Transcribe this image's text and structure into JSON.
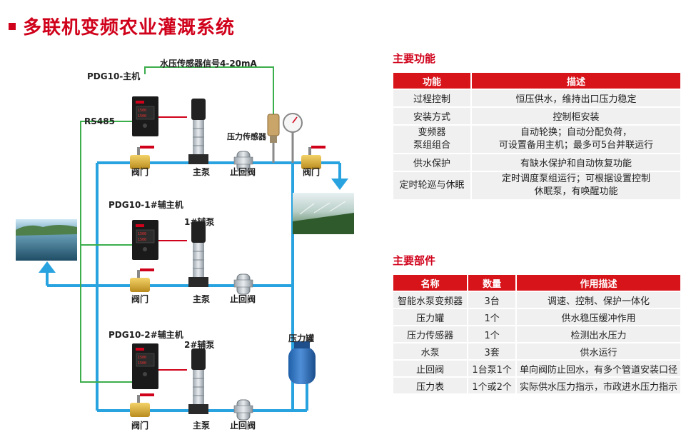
{
  "page_title": "多联机变频农业灌溉系统",
  "diagram": {
    "labels": {
      "sensor_signal": "水压传感器信号4-20mA",
      "main_host": "PDG10-主机",
      "rs485": "RS485",
      "pressure_sensor": "压力传感器",
      "valve": "阀门",
      "main_pump": "主泵",
      "check_valve": "止回阀",
      "aux1_host": "PDG10-1#辅主机",
      "aux1_pump": "1#辅泵",
      "aux2_host": "PDG10-2#辅主机",
      "aux2_pump": "2#辅泵",
      "pressure_tank": "压力罐"
    },
    "colors": {
      "water_pipe": "#29a3e0",
      "signal_wire": "#3cae4c",
      "power_wire": "#d0021b",
      "accent": "#d0021b"
    }
  },
  "functions": {
    "title": "主要功能",
    "headers": [
      "功能",
      "描述"
    ],
    "rows": [
      {
        "func": "过程控制",
        "desc": "恒压供水，维持出口压力稳定"
      },
      {
        "func": "安装方式",
        "desc": "控制柜安装"
      },
      {
        "func_1": "变频器",
        "func_2": "泵组组合",
        "desc_1": "自动轮换；自动分配负荷，",
        "desc_2": "可设置备用主机；最多可5台并联运行"
      },
      {
        "func": "供水保护",
        "desc": "有缺水保护和自动恢复功能"
      },
      {
        "func": "定时轮巡与休眠",
        "desc_1": "定时调度泵组运行；可根据设置控制",
        "desc_2": "休眠泵，有唤醒功能"
      }
    ]
  },
  "parts": {
    "title": "主要部件",
    "headers": [
      "名称",
      "数量",
      "作用描述"
    ],
    "rows": [
      {
        "name": "智能水泵变频器",
        "qty": "3台",
        "desc": "调速、控制、保护一体化"
      },
      {
        "name": "压力罐",
        "qty": "1个",
        "desc": "供水稳压缓冲作用"
      },
      {
        "name": "压力传感器",
        "qty": "1个",
        "desc": "检测出水压力"
      },
      {
        "name": "水泵",
        "qty": "3套",
        "desc": "供水运行"
      },
      {
        "name": "止回阀",
        "qty": "1台泵1个",
        "desc": "单向阀防止回水，有多个管道安装口径"
      },
      {
        "name": "压力表",
        "qty": "1个或2个",
        "desc": "实际供水压力指示，市政进水压力指示"
      }
    ]
  }
}
